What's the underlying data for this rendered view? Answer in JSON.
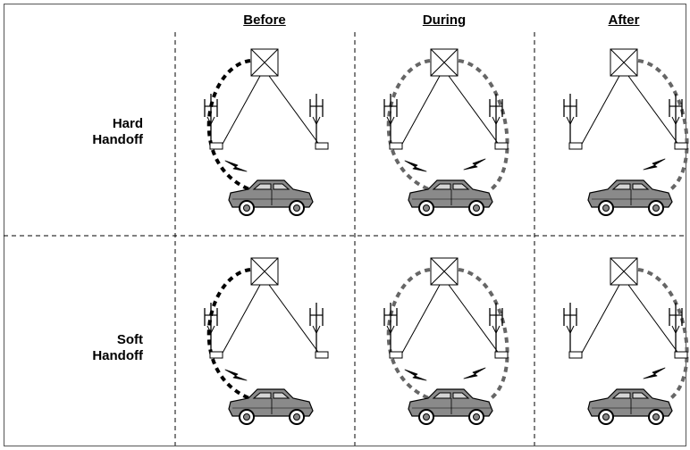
{
  "columns": {
    "before": "Before",
    "during": "During",
    "after": "After"
  },
  "rows": {
    "hard": {
      "line1": "Hard",
      "line2": "Handoff"
    },
    "soft": {
      "line1": "Soft",
      "line2": "Handoff"
    }
  },
  "colors": {
    "active_link": "#000000",
    "transition_link": "#666666",
    "car_body": "#8a8a8a",
    "line": "#000000"
  }
}
